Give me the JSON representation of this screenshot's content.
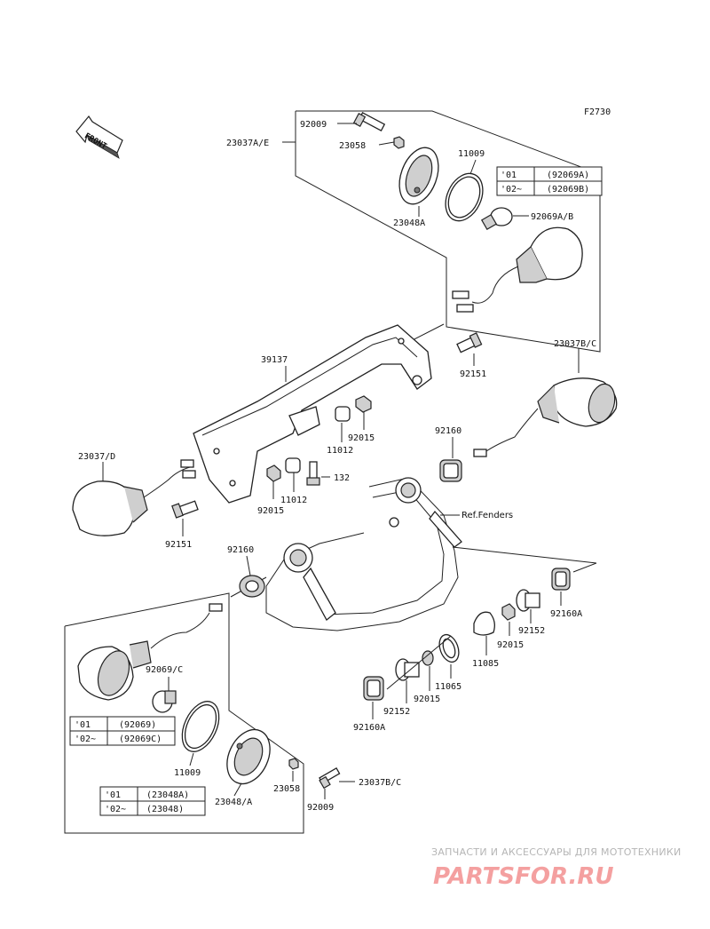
{
  "figure_code": "F2730",
  "front_label": "FRONT",
  "callouts": {
    "c92009_top": "92009",
    "c23037ae": "23037A/E",
    "c23058_top": "23058",
    "c11009_top": "11009",
    "c23048a": "23048A",
    "c92069ab": "92069A/B",
    "c39137": "39137",
    "c92151_r": "92151",
    "c23037bc_top": "23037B/C",
    "c92015_a": "92015",
    "c11012_a": "11012",
    "c92160_a": "92160",
    "c23037d": "23037/D",
    "c132": "132",
    "c11012_b": "11012",
    "c92015_b": "92015",
    "c92151_l": "92151",
    "ref_fenders": "Ref.Fenders",
    "c92160_b": "92160",
    "c92160a_r": "92160A",
    "c92152_r": "92152",
    "c92015_c": "92015",
    "c11085": "11085",
    "c11065": "11065",
    "c92015_d": "92015",
    "c92152_l": "92152",
    "c92160a_l": "92160A",
    "c92069c": "92069/C",
    "c11009_bot": "11009",
    "c23058_bot": "23058",
    "c23048a_bot": "23048/A",
    "c23037bc_bot": "23037B/C",
    "c92009_bot": "92009"
  },
  "tables": {
    "bulb_top": [
      [
        "'01",
        "(92069A)"
      ],
      [
        "'02~",
        "(92069B)"
      ]
    ],
    "bulb_bot": [
      [
        "'01",
        "(92069)"
      ],
      [
        "'02~",
        "(92069C)"
      ]
    ],
    "lens_bot": [
      [
        "'01",
        "(23048A)"
      ],
      [
        "'02~",
        "(23048)"
      ]
    ]
  },
  "watermark": {
    "line1": "ЗАПЧАСТИ И АКСЕССУАРЫ ДЛЯ МОТОТЕХНИКИ",
    "line2": "PARTSFOR.RU",
    "brand_color": "#e03a3a"
  }
}
